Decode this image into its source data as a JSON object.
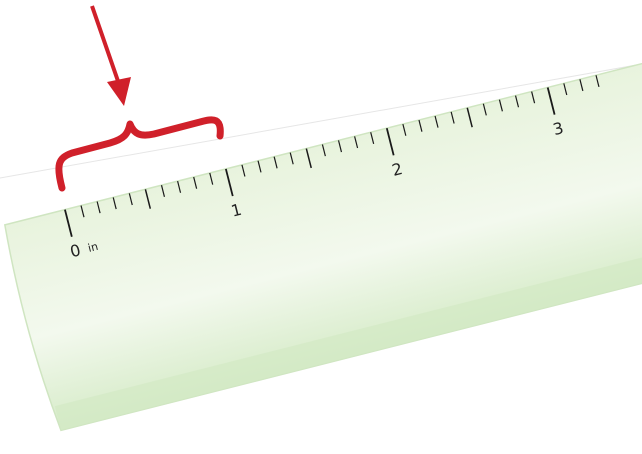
{
  "ruler": {
    "unit": "in",
    "labels": [
      "0",
      "1",
      "2",
      "3"
    ],
    "zero_unit_label": "in",
    "subdivisions_per_inch": 10,
    "inches_visible": 3.3,
    "body_color": "#eef7e6",
    "edge_color": "#cfe5c1",
    "tick_color": "#1a1a1a"
  },
  "annotation": {
    "marker": "arrow",
    "bracket": "curly-brace",
    "color": "#d0202a",
    "range_in": [
      0,
      1
    ]
  }
}
